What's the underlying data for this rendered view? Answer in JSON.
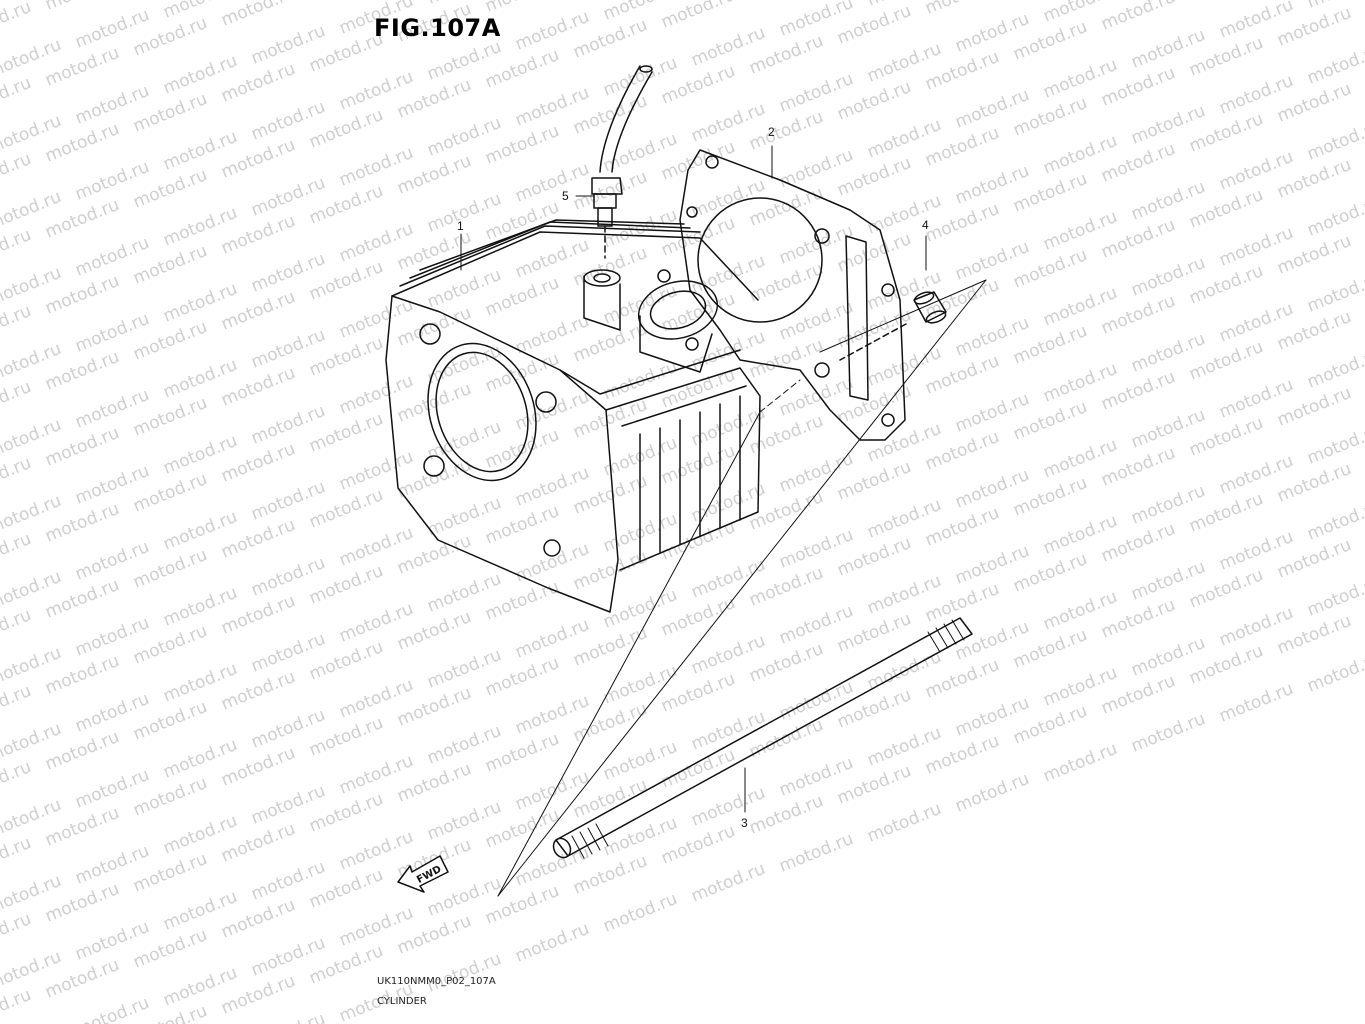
{
  "figure": {
    "title": "FIG.107A"
  },
  "watermark": {
    "text": "motod.ru",
    "color": "#cfcfcf"
  },
  "callouts": [
    {
      "number": "1",
      "part": "cylinder"
    },
    {
      "number": "2",
      "part": "cylinder-gasket"
    },
    {
      "number": "3",
      "part": "stud-bolt"
    },
    {
      "number": "4",
      "part": "dowel-pin"
    },
    {
      "number": "5",
      "part": "hose-fitting"
    }
  ],
  "direction_marker": {
    "label": "FWD",
    "icon": "forward-arrow-icon"
  },
  "footer": {
    "code": "UK110NMM0_P02_107A",
    "name": "CYLINDER"
  }
}
